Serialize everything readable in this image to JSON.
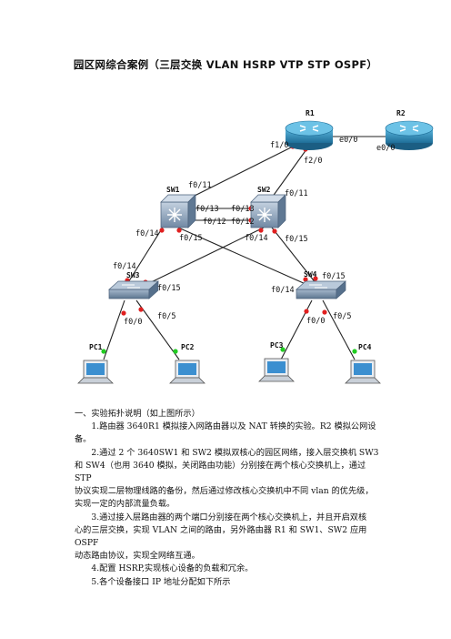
{
  "title": "园区网综合案例（三层交换  VLAN   HSRP    VTP    STP    OSPF）",
  "devices": {
    "r1": "R1",
    "r2": "R2",
    "sw1": "SW1",
    "sw2": "SW2",
    "sw3": "SW3",
    "sw4": "SW4",
    "pc1": "PC1",
    "pc2": "PC2",
    "pc3": "PC3",
    "pc4": "PC4"
  },
  "ports": {
    "r1_f10": "f1/0",
    "r1_e00": "e0/0",
    "r2_e00": "e0/0",
    "r1_f20": "f2/0",
    "sw1_f011": "f0/11",
    "sw2_f011": "f0/11",
    "sw1_f013": "f0/13",
    "sw2_f013": "f0/13",
    "sw1_f012": "f0/12",
    "sw2_f012": "f0/12",
    "sw1_f014": "f0/14",
    "sw1_f015": "f0/15",
    "sw2_f014": "f0/14",
    "sw2_f015": "f0/15",
    "sw3_f014": "f0/14",
    "sw3_f015": "f0/15",
    "sw4_f014": "f0/14",
    "sw4_f015": "f0/15",
    "sw3_f00": "f0/0",
    "sw3_f05": "f0/5",
    "sw4_f00": "f0/0",
    "sw4_f05": "f0/5"
  },
  "section_heading": "一、实验拓扑说明（如上图所示）",
  "items": [
    {
      "line1": "1.路由器 3640R1 模拟接入网路由器以及 NAT 转换的实验。R2 模拟公网设",
      "rest": [
        "备。"
      ]
    },
    {
      "line1": "2.通过 2 个 3640SW1 和 SW2 模拟双核心的园区网络，接入层交换机 SW3",
      "rest": [
        "和 SW4（也用 3640 模拟，关闭路由功能）分别接在两个核心交换机上，通过 STP",
        "协议实现二层物理线路的备份，然后通过修改核心交换机中不同 vlan 的优先级，",
        "实现一定的内部流量负载。"
      ]
    },
    {
      "line1": "3.通过接入层路由器的两个端口分别接在两个核心交换机上，并且开启双核",
      "rest": [
        "心的三层交换，实现 VLAN 之间的路由，另外路由器 R1 和 SW1、SW2 应用 OSPF",
        "动态路由协议，实现全网络互通。"
      ]
    },
    {
      "line1": "4.配置 HSRP,实现核心设备的负载和冗余。",
      "rest": []
    },
    {
      "line1": "5.各个设备接口 IP 地址分配如下所示",
      "rest": []
    }
  ],
  "colors": {
    "router": "#2f8fbf",
    "core_switch": "#8aa2bd",
    "access_switch": "#6f8aa6",
    "link_dot_red": "#e02020",
    "link_dot_green": "#22cc22"
  }
}
